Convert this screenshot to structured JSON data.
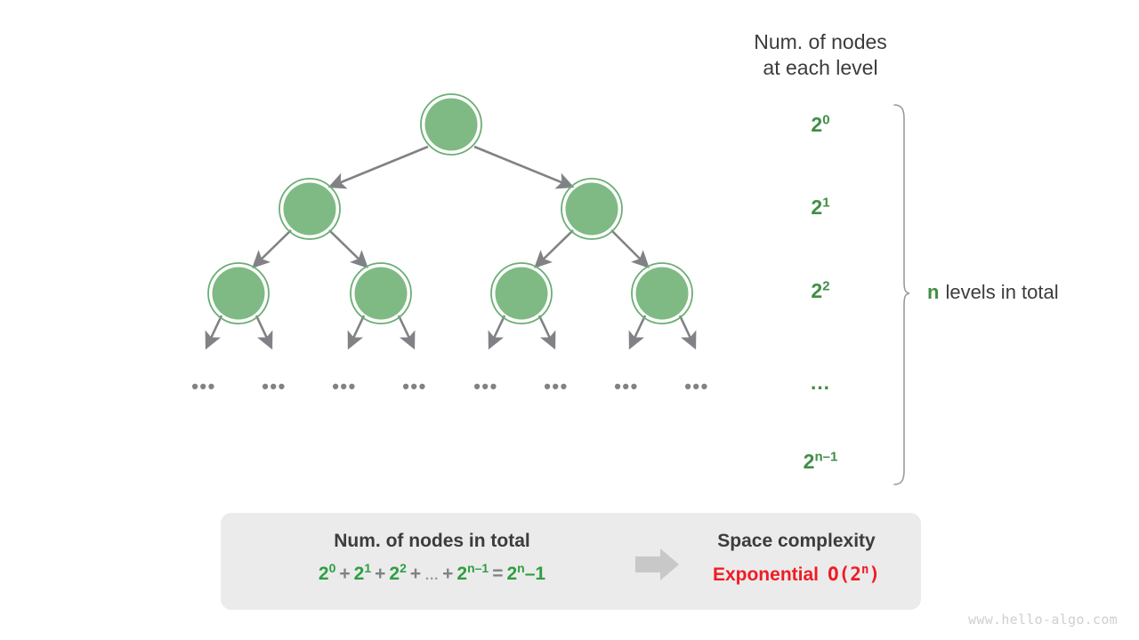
{
  "figure": {
    "title": "Num. of nodes\nat each level",
    "colors": {
      "node_fill": "#7fba85",
      "node_ring": "#6bae74",
      "edge_gray": "#808285",
      "label_green": "#3f8f46",
      "formula_green": "#2e9e42",
      "accent_red": "#ef1c24",
      "box_gray": "#ebebeb",
      "arrow_block_gray": "#c8c8c8",
      "text_dark": "#3c3c3c",
      "watermark_gray": "#cfcfcf"
    }
  },
  "tree": {
    "levels": [
      {
        "index": 0,
        "node_count_label": "2",
        "exponent": "0",
        "nodes": 1
      },
      {
        "index": 1,
        "node_count_label": "2",
        "exponent": "1",
        "nodes": 2
      },
      {
        "index": 2,
        "node_count_label": "2",
        "exponent": "2",
        "nodes": 4
      },
      {
        "index": 3,
        "node_count_label": "…",
        "exponent": "",
        "nodes": 0
      },
      {
        "index": 4,
        "node_count_label": "2",
        "exponent": "n–1",
        "nodes": 0
      }
    ],
    "ellipsis_glyph": "•••",
    "ellipsis_count": 8
  },
  "brace": {
    "annotation_variable": "n",
    "annotation_text": "levels in total"
  },
  "summary": {
    "left": {
      "title": "Num. of nodes in total",
      "formula_parts": [
        {
          "type": "term",
          "base": "2",
          "sup": "0"
        },
        {
          "type": "op",
          "text": "+"
        },
        {
          "type": "term",
          "base": "2",
          "sup": "1"
        },
        {
          "type": "op",
          "text": "+"
        },
        {
          "type": "term",
          "base": "2",
          "sup": "2"
        },
        {
          "type": "op",
          "text": "+"
        },
        {
          "type": "mdots",
          "text": "…"
        },
        {
          "type": "op",
          "text": "+"
        },
        {
          "type": "term",
          "base": "2",
          "sup": "n–1"
        },
        {
          "type": "op",
          "text": "="
        },
        {
          "type": "term",
          "base": "2",
          "sup": "n",
          "tail": "–1"
        }
      ],
      "formula_plain": "2⁰ + 2¹ + 2² + … + 2ⁿ⁻¹ = 2ⁿ–1"
    },
    "arrow": "right-block-arrow",
    "right": {
      "title": "Space complexity",
      "answer_word": "Exponential",
      "answer_bigo_prefix": "O(2",
      "answer_bigo_sup": "n",
      "answer_bigo_suffix": ")",
      "answer_plain": "Exponential  O(2ⁿ)"
    }
  },
  "watermark": {
    "text": "www.hello-algo.com"
  }
}
